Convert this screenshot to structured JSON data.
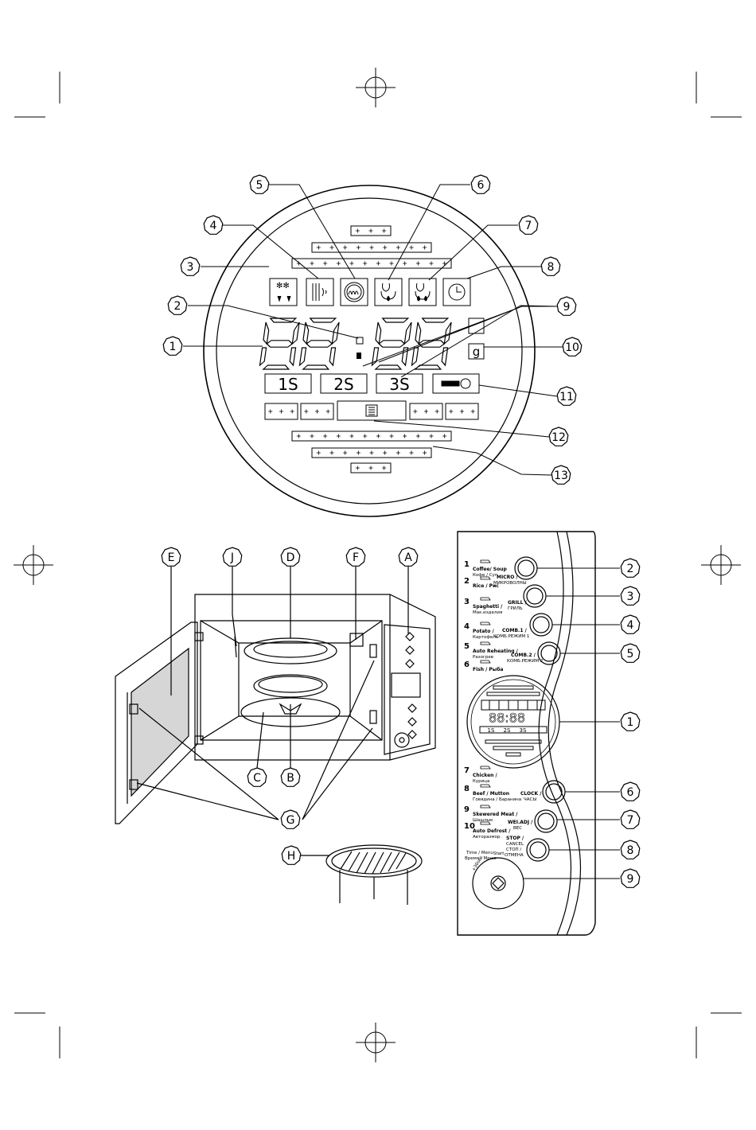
{
  "display_callouts": [
    "1",
    "2",
    "3",
    "4",
    "5",
    "6",
    "7",
    "8",
    "9",
    "10",
    "11",
    "12",
    "13"
  ],
  "display": {
    "digits": "88:88",
    "gram_unit": "g",
    "stage_labels": [
      "1S",
      "2S",
      "3S"
    ]
  },
  "oven_callouts": [
    "E",
    "J",
    "D",
    "F",
    "A",
    "C",
    "B",
    "G",
    "H"
  ],
  "panel_callouts": [
    "2",
    "3",
    "4",
    "5",
    "1",
    "6",
    "7",
    "8",
    "9"
  ],
  "panel": {
    "programs": [
      {
        "num": "1",
        "label": "Coffee/ Soup",
        "label2": "Кофе / Суп"
      },
      {
        "num": "2",
        "label": "Rice / Рис",
        "label2": ""
      },
      {
        "num": "3",
        "label": "Spaghetti /",
        "label2": "Мак.изделия"
      },
      {
        "num": "4",
        "label": "Potato /",
        "label2": "Картофель"
      },
      {
        "num": "5",
        "label": "Auto Reheating /",
        "label2": "Разогрев"
      },
      {
        "num": "6",
        "label": "Fish / Рыба",
        "label2": ""
      },
      {
        "num": "7",
        "label": "Chicken /",
        "label2": "Курица"
      },
      {
        "num": "8",
        "label": "Beef / Mutton",
        "label2": "Говядина / Баранина"
      },
      {
        "num": "9",
        "label": "Skewered Meat /",
        "label2": "Шашлык"
      },
      {
        "num": "10",
        "label": "Auto Defrost /",
        "label2": "Авторазмор."
      }
    ],
    "buttons": {
      "micro": "MICRO /",
      "micro2": "МИКРОВОЛНЫ",
      "grill": "GRILL /",
      "grill2": "ГРИЛЬ",
      "comb1": "COMB.1 /",
      "comb1_2": "КОМБ.РЕЖИМ 1",
      "comb2": "COMB.2 /",
      "comb2_2": "КОМБ.РЕЖИМ 2",
      "clock": "CLOCK /",
      "clock2": "ЧАСЫ",
      "weight": "WEI.ADJ /",
      "weight2": "ВЕС",
      "stop": "STOP /",
      "stop2": "CANCEL",
      "stop3": "СТОП /",
      "stop4": "ОТМЕНА"
    },
    "dial": {
      "left": "Time / Menu",
      "left2": "Время / Меню",
      "right": "Start",
      "bottom": "+30sec"
    },
    "mini_display": {
      "digits": "88:88",
      "stage_labels": [
        "1S",
        "2S",
        "3S"
      ]
    }
  }
}
